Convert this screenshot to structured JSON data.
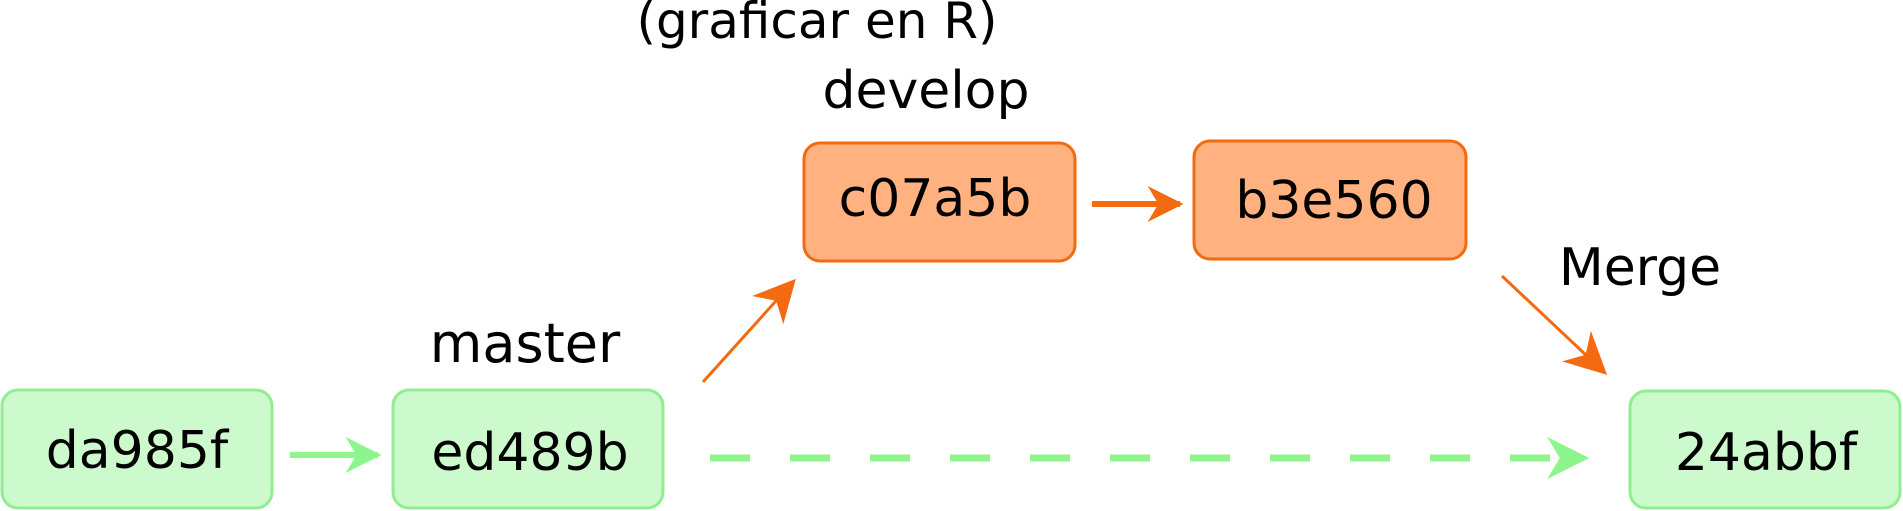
{
  "labels": {
    "develop_note": "(graficar en R)",
    "develop_branch": "develop",
    "master_branch": "master",
    "merge": "Merge"
  },
  "commits": {
    "da985f": "da985f",
    "ed489b": "ed489b",
    "c07a5b": "c07a5b",
    "b3e560": "b3e560",
    "merge_commit": "24abbf"
  },
  "colors": {
    "green_fill": "#ccfacc",
    "green_stroke": "#90ee90",
    "green_arrow": "#8cf58c",
    "orange_fill": "#ffb27f",
    "orange_stroke": "#f36a10",
    "text": "#000000"
  }
}
